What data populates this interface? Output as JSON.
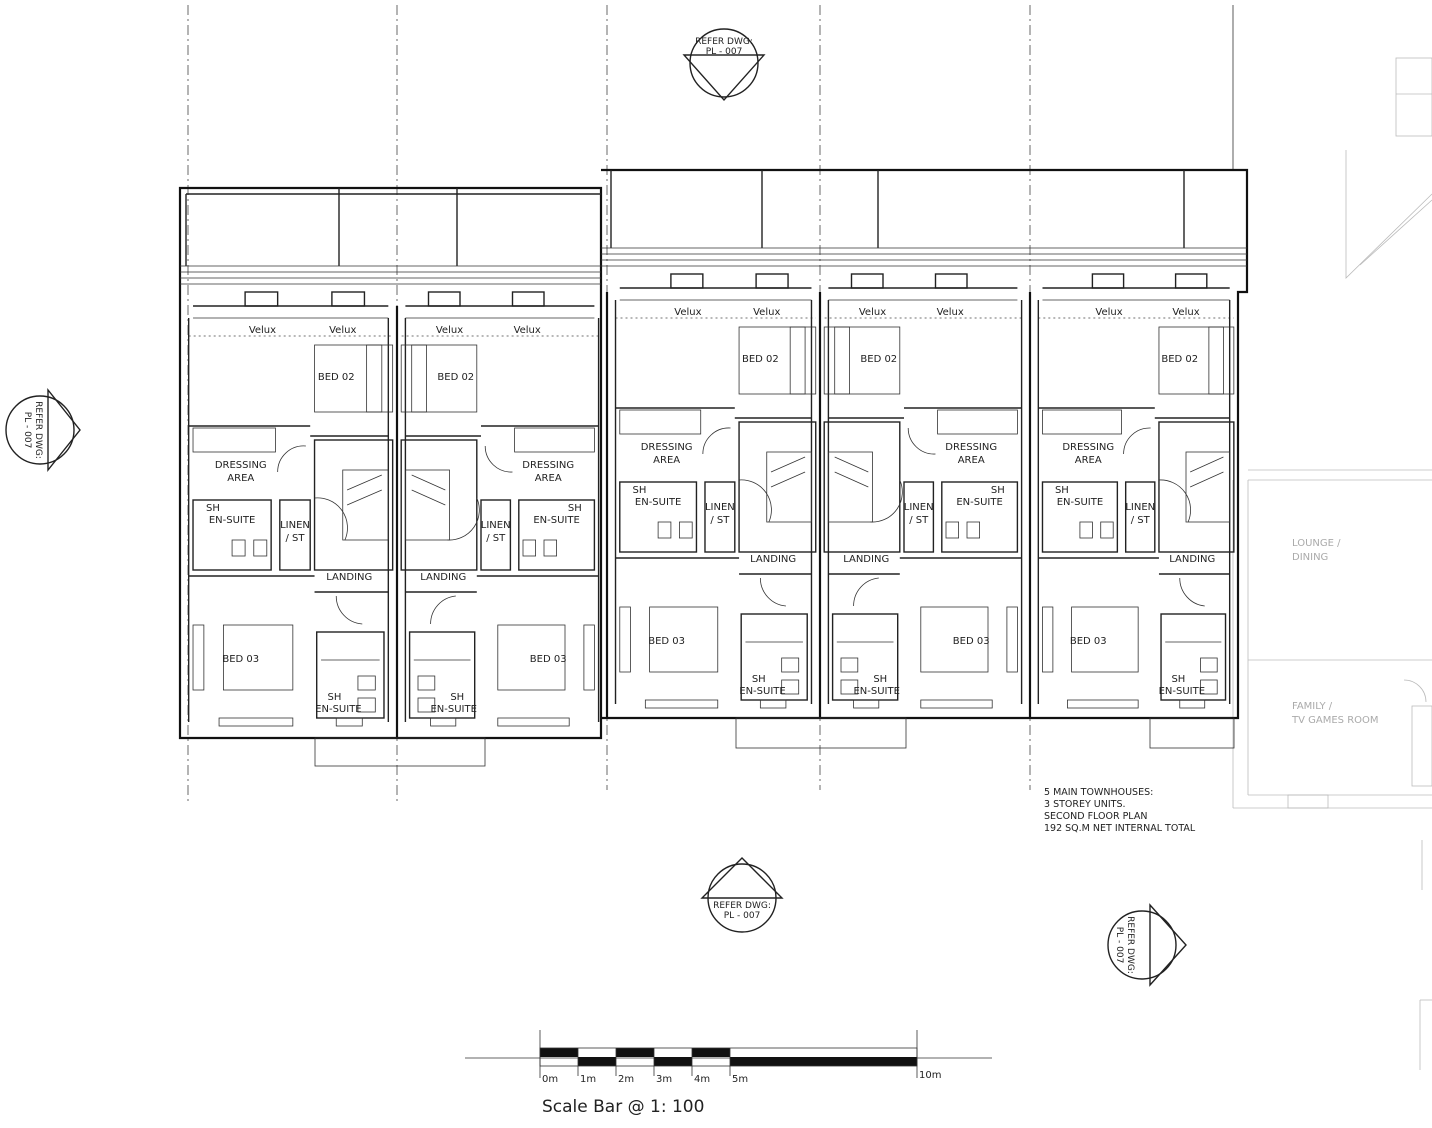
{
  "labels": {
    "velux": "Velux",
    "bed02": "BED 02",
    "bed03": "BED 03",
    "dressing": "DRESSING",
    "area": "AREA",
    "sh": "SH",
    "ensuite": "EN-SUITE",
    "linen": "LINEN",
    "st": "/ ST",
    "landing": "LANDING",
    "lounge": "LOUNGE /",
    "dining": "DINING",
    "family": "FAMILY /",
    "tvgames": "TV GAMES ROOM"
  },
  "refer": {
    "line1": "REFER DWG:",
    "line2": "PL - 007"
  },
  "notes": [
    "5 MAIN TOWNHOUSES:",
    "3 STOREY UNITS.",
    "SECOND FLOOR PLAN",
    "192 SQ.M NET INTERNAL TOTAL"
  ],
  "scale_bar": {
    "title": "Scale Bar @ 1: 100",
    "ticks": [
      "0m",
      "1m",
      "2m",
      "3m",
      "4m",
      "5m",
      "10m"
    ]
  }
}
